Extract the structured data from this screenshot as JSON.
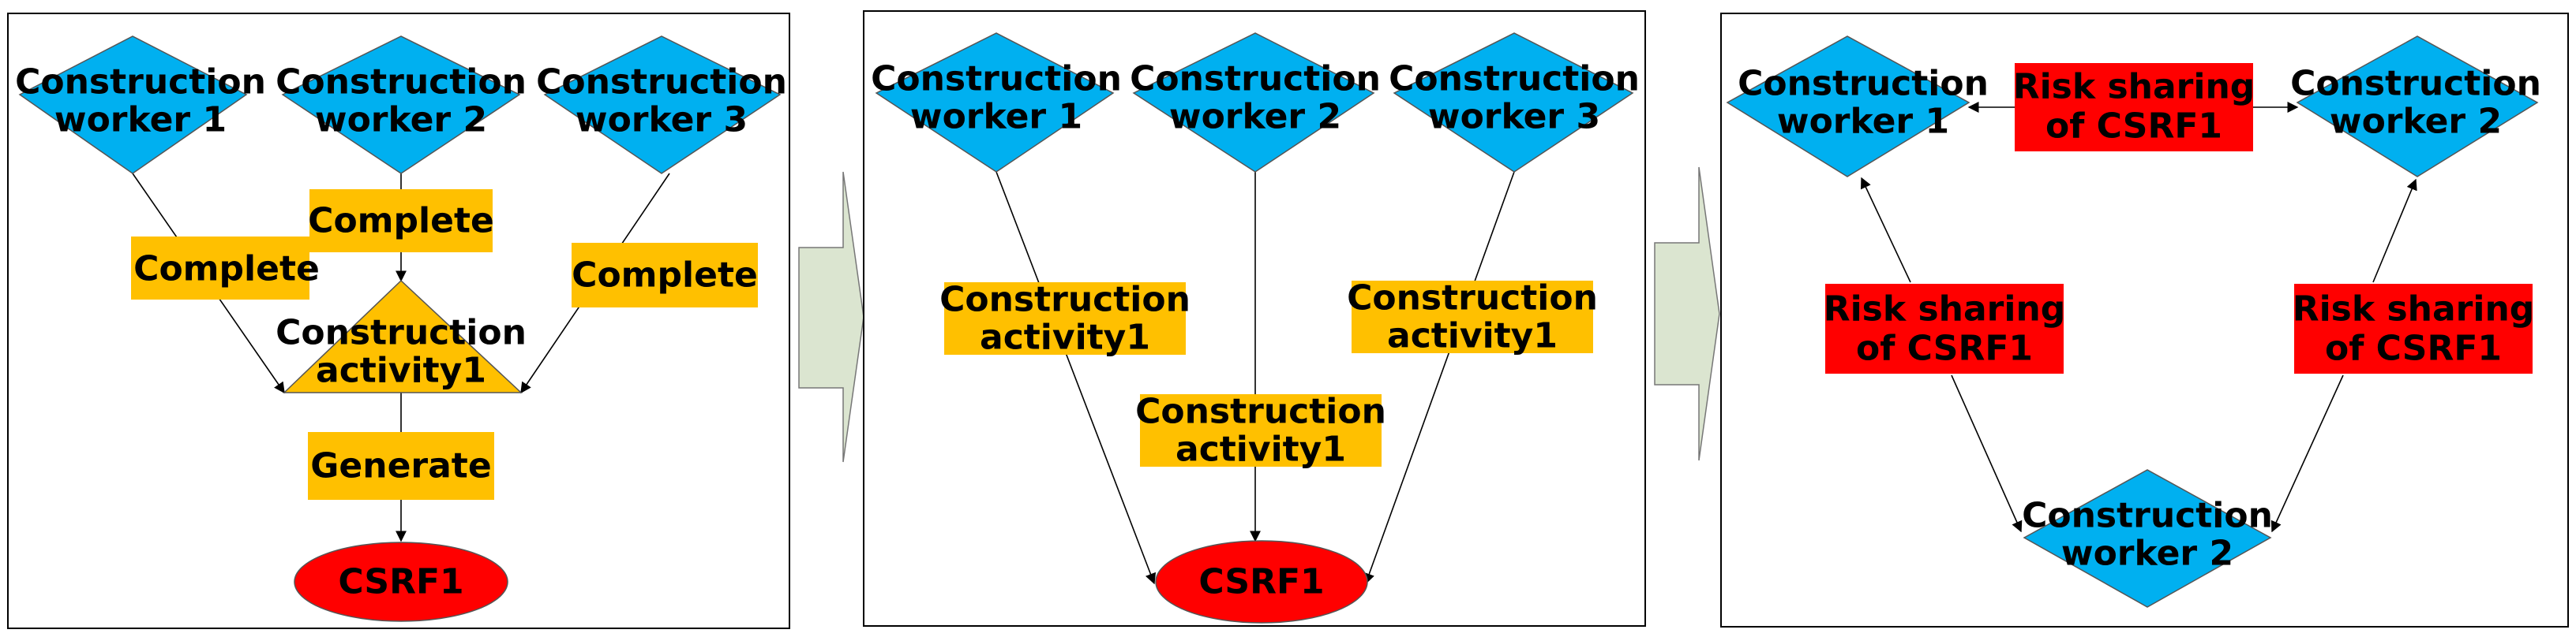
{
  "colors": {
    "worker": "#00b0f0",
    "activity": "#ffc000",
    "csrf": "#ff0000",
    "risk": "#ff0000",
    "transition_arrow": "#dbe5d0"
  },
  "panel1": {
    "workers": [
      {
        "line1": "Construction",
        "line2": "worker 1"
      },
      {
        "line1": "Construction",
        "line2": "worker 2"
      },
      {
        "line1": "Construction",
        "line2": "worker 3"
      }
    ],
    "complete_labels": [
      "Complete",
      "Complete",
      "Complete"
    ],
    "activity": {
      "line1": "Construction",
      "line2": "activity1"
    },
    "generate_label": "Generate",
    "csrf": "CSRF1"
  },
  "panel2": {
    "workers": [
      {
        "line1": "Construction",
        "line2": "worker 1"
      },
      {
        "line1": "Construction",
        "line2": "worker 2"
      },
      {
        "line1": "Construction",
        "line2": "worker 3"
      }
    ],
    "activities": [
      {
        "line1": "Construction",
        "line2": "activity1"
      },
      {
        "line1": "Construction",
        "line2": "activity1"
      },
      {
        "line1": "Construction",
        "line2": "activity1"
      }
    ],
    "csrf": "CSRF1"
  },
  "panel3": {
    "workers": [
      {
        "line1": "Construction",
        "line2": "worker 1"
      },
      {
        "line1": "Construction",
        "line2": "worker 2"
      },
      {
        "line1": "Construction",
        "line2": "worker 2"
      }
    ],
    "risk_labels": [
      {
        "line1": "Risk sharing",
        "line2": "of CSRF1"
      },
      {
        "line1": "Risk sharing",
        "line2": "of CSRF1"
      },
      {
        "line1": "Risk sharing",
        "line2": "of CSRF1"
      }
    ]
  }
}
